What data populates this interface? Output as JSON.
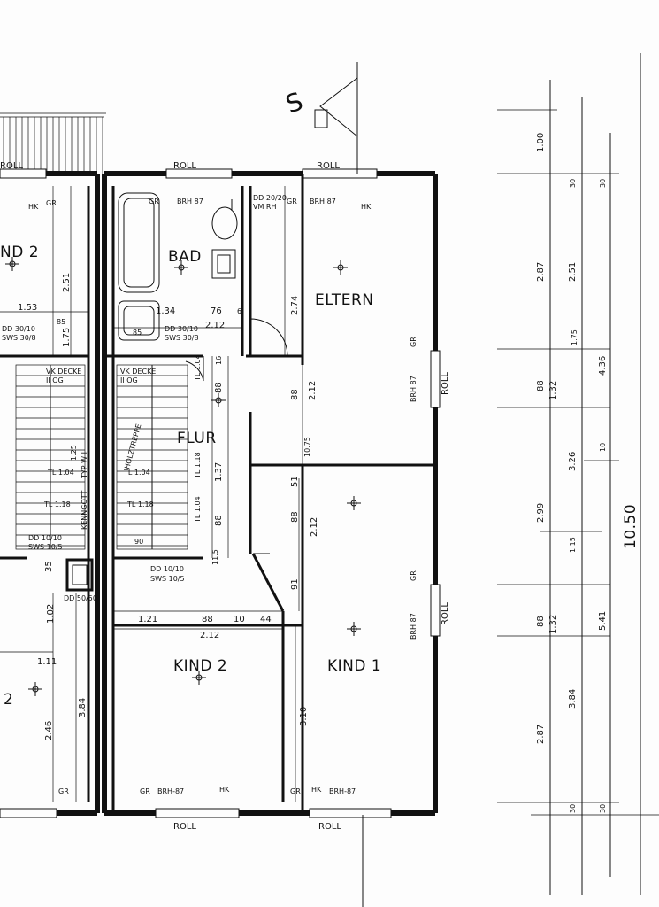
{
  "rooms": {
    "bad": "BAD",
    "eltern": "ELTERN",
    "flur": "FLUR",
    "kind1": "KIND 1",
    "kind2": "KIND 2",
    "kind2_left": "ND 2",
    "left_partial": "2"
  },
  "roll": "ROLL",
  "labels": {
    "gr": "GR",
    "brh_875": "BRH 87",
    "brh_875_b": "BRH-87",
    "hk": "HK",
    "vk_decke": "VK DECKE",
    "ii_og": "II OG",
    "dd_20_20": "DD 20/20",
    "vm_rh": "VM RH",
    "dd_30_10": "DD 30/10",
    "sws_30_8": "SWS 30/8",
    "dd_10_10": "DD 10/10",
    "sws_10_5": "SWS 10/5",
    "dd_50_50": "DD 50/50",
    "tl_104": "TL 1.04",
    "tl_118": "TL 1.18",
    "kennsott": "KENNGOTT",
    "typ": "TYP W I",
    "holztreppe": "HOLZTREPPE",
    "ll": "11"
  },
  "dims": {
    "d251": "2.51",
    "d153": "1.53",
    "d85": "85",
    "d175": "1.75",
    "d134": "1.34",
    "d76": "76",
    "d212": "2.12",
    "d6": "6",
    "d16": "16",
    "d274": "2.74",
    "d885": "88",
    "d212b": "2.12",
    "d1075": "10.75",
    "d515": "51",
    "d137": "1.37",
    "d118": "1.18",
    "d104": "1.04",
    "d115": "11.5",
    "d915": "91",
    "d1215": "1.21",
    "d10": "10",
    "d44": "44",
    "d212c": "2.12",
    "d310": "3.10",
    "d1025": "1.02",
    "d111": "1.11",
    "d384": "3.84",
    "d245": "2.46",
    "d35": "35",
    "d90": "90",
    "d125": "1.25"
  },
  "right_dims": {
    "r100": "1.00",
    "r30a": "30",
    "r30b": "30",
    "r287": "2.87",
    "r251": "2.51",
    "r175": "1.75",
    "r885": "88",
    "r1325": "1.32",
    "r436": "4.36",
    "r326": "3.26",
    "r10": "10",
    "r299": "2.99",
    "r115": "1.15",
    "r1050": "10.50",
    "r885b": "88",
    "r1325b": "1.32",
    "r5415": "5.41",
    "r384": "3.84",
    "r287b": "2.87",
    "r30c": "30",
    "r30d": "30"
  },
  "north_mark": "S"
}
